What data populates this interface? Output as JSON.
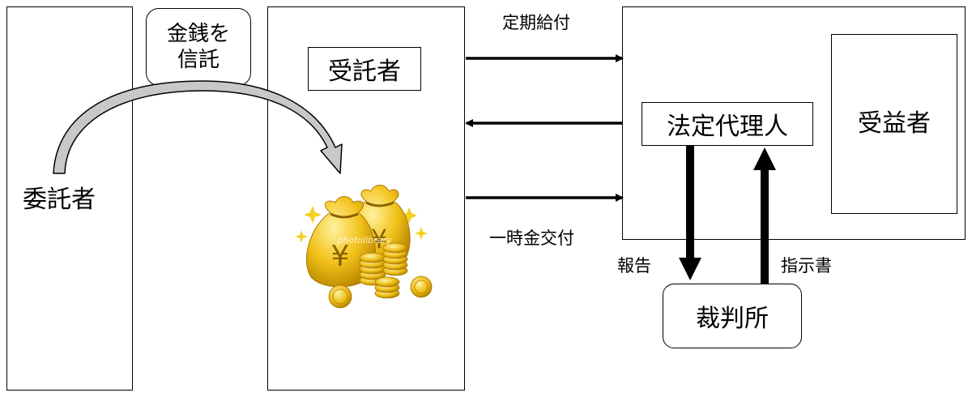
{
  "settlor": {
    "label": "委託者"
  },
  "entrust": {
    "line1": "金銭を",
    "line2": "信託"
  },
  "trustee": {
    "label": "受託者"
  },
  "beneficiary": {
    "label": "受益者"
  },
  "legal_agent": {
    "label": "法定代理人"
  },
  "court": {
    "label": "裁判所"
  },
  "flows": {
    "periodic_payment": "定期給付",
    "lump_sum_payment": "一時金交付",
    "report": "報告",
    "instruction": "指示書"
  },
  "icons": {
    "money_bags": "money-bags-with-coins-icon",
    "curved_arrow": "curved-arrow-icon"
  },
  "colors": {
    "gold": "#E8B400",
    "gold_light": "#FFE36B",
    "gold_dark": "#B07C00",
    "arrow_fill_grey": "#C8C8C8"
  },
  "watermark": "photolibrary"
}
